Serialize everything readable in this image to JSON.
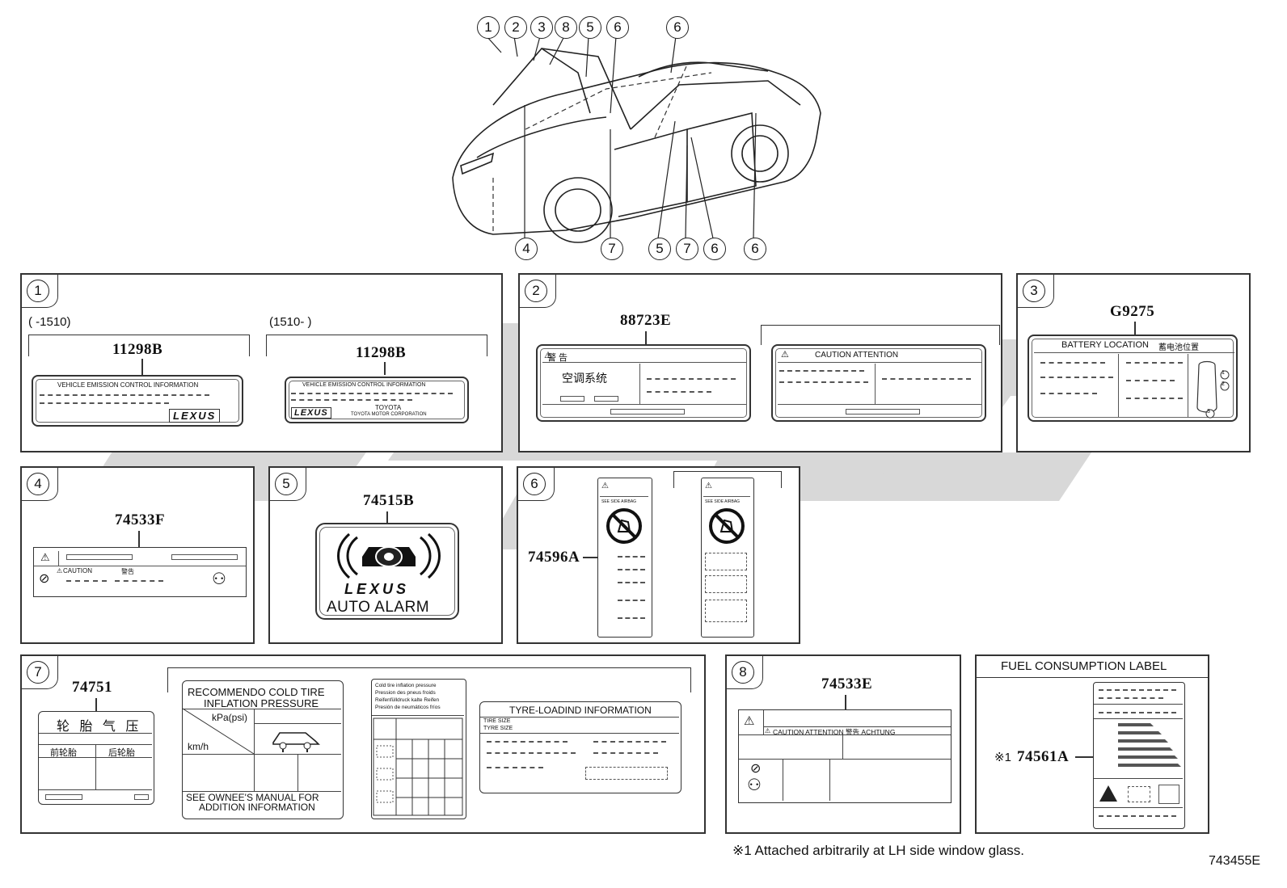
{
  "callouts": {
    "top": [
      "1",
      "2",
      "3",
      "8",
      "5",
      "6",
      "6"
    ],
    "bottom": [
      "4",
      "7",
      "5",
      "7",
      "6",
      "6"
    ]
  },
  "panel1": {
    "num": "1",
    "range_left": "(     -1510)",
    "range_right": "(1510-     )",
    "part_left": "11298B",
    "part_right": "11298B",
    "label_title": "VEHICLE  EMISSION  CONTROL  INFORMATION",
    "label_title_right": "VEHICLE EMISSION CONTROL INFORMATION",
    "brand": "LEXUS",
    "toyota": "TOYOTA",
    "toyota_corp": "TOYOTA MOTOR CORPORATION"
  },
  "panel2": {
    "num": "2",
    "part": "88723E",
    "warning_cn": "警 告",
    "aircon_cn": "空调系统",
    "caution": "CAUTION  ATTENTION"
  },
  "panel3": {
    "num": "3",
    "part": "G9275",
    "battery_title": "BATTERY LOCATION",
    "battery_cn": "蓄电池位置",
    "markers": [
      "1",
      "2",
      "3"
    ]
  },
  "panel4": {
    "num": "4",
    "part": "74533F",
    "caution": "CAUTION",
    "warn_cn": "警告"
  },
  "panel5": {
    "num": "5",
    "part": "74515B",
    "brand": "LEXUS",
    "alarm": "AUTO ALARM"
  },
  "panel6": {
    "num": "6",
    "part": "74596A",
    "see": "SEE  SIDE  AIRBAG"
  },
  "panel7": {
    "num": "7",
    "part": "74751",
    "cn_title": "轮 胎 气 压",
    "cn_front": "前轮胎",
    "cn_rear": "后轮胎",
    "rec_title_1": "RECOMMENDO COLD TIRE",
    "rec_title_2": "INFLATION  PRESSURE",
    "kpa": "kPa(psi)",
    "kmh": "km/h",
    "see_1": "SEE OWNEE'S MANUAL FOR",
    "see_2": "ADDITION  INFORMATION",
    "cold_1": "Cold tire inflation pressure",
    "cold_2": "Pression des pneus froids",
    "cold_3": "Reifenfülldruck kalte Reifen",
    "cold_4": "Presión de neumáticos fríos",
    "tyre_title": "TYRE-LOADIND INFORMATION",
    "tyre_size": "TIRE SIZE",
    "tyre_type": "TYRE  SIZE"
  },
  "panel8": {
    "num": "8",
    "part": "74533E",
    "caution": "CAUTION  ATTENTION  警告  ACHTUNG"
  },
  "fuel": {
    "title": "FUEL CONSUMPTION LABEL",
    "part": "74561A",
    "mark": "※1"
  },
  "footnote": "※1  Attached arbitrarily at LH side window glass.",
  "diagram_id": "743455E"
}
